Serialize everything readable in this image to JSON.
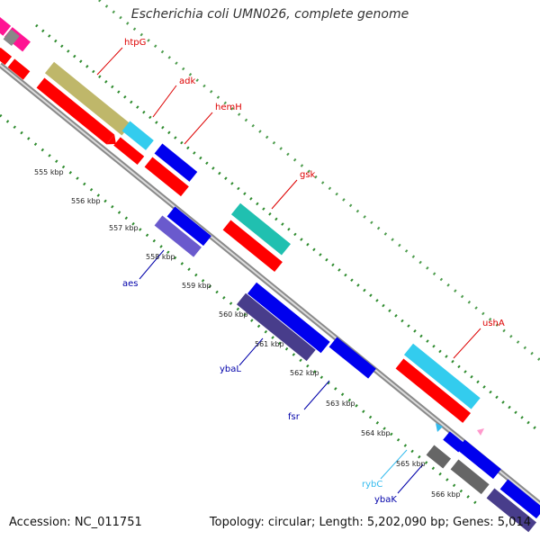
{
  "header": {
    "title": "Escherichia coli UMN026, complete genome"
  },
  "footer": {
    "accession": "Accession: NC_011751",
    "summary": "Topology: circular; Length: 5,202,090 bp; Genes: 5,014"
  },
  "scale": {
    "ticks": [
      "555 kbp",
      "556 kbp",
      "557 kbp",
      "558 kbp",
      "559 kbp",
      "560 kbp",
      "561 kbp",
      "562 kbp",
      "563 kbp",
      "564 kbp",
      "565 kbp",
      "566 kbp"
    ]
  },
  "genes": [
    {
      "name": "htpG",
      "color": "#dd0000"
    },
    {
      "name": "adk",
      "color": "#dd0000"
    },
    {
      "name": "hemH",
      "color": "#dd0000"
    },
    {
      "name": "gsk",
      "color": "#dd0000"
    },
    {
      "name": "aes",
      "color": "#0000aa"
    },
    {
      "name": "ushA",
      "color": "#dd0000"
    },
    {
      "name": "ybaL",
      "color": "#0000aa"
    },
    {
      "name": "fsr",
      "color": "#0000aa"
    },
    {
      "name": "rybC",
      "color": "#33bbee"
    },
    {
      "name": "ybaK",
      "color": "#0000aa"
    }
  ],
  "colors": {
    "forward_cds": "#ff0000",
    "reverse_cds": "#0000ee",
    "ncrna": "#33ccee",
    "backbone": "#999999",
    "gc_skew": "#2e8b2e"
  }
}
